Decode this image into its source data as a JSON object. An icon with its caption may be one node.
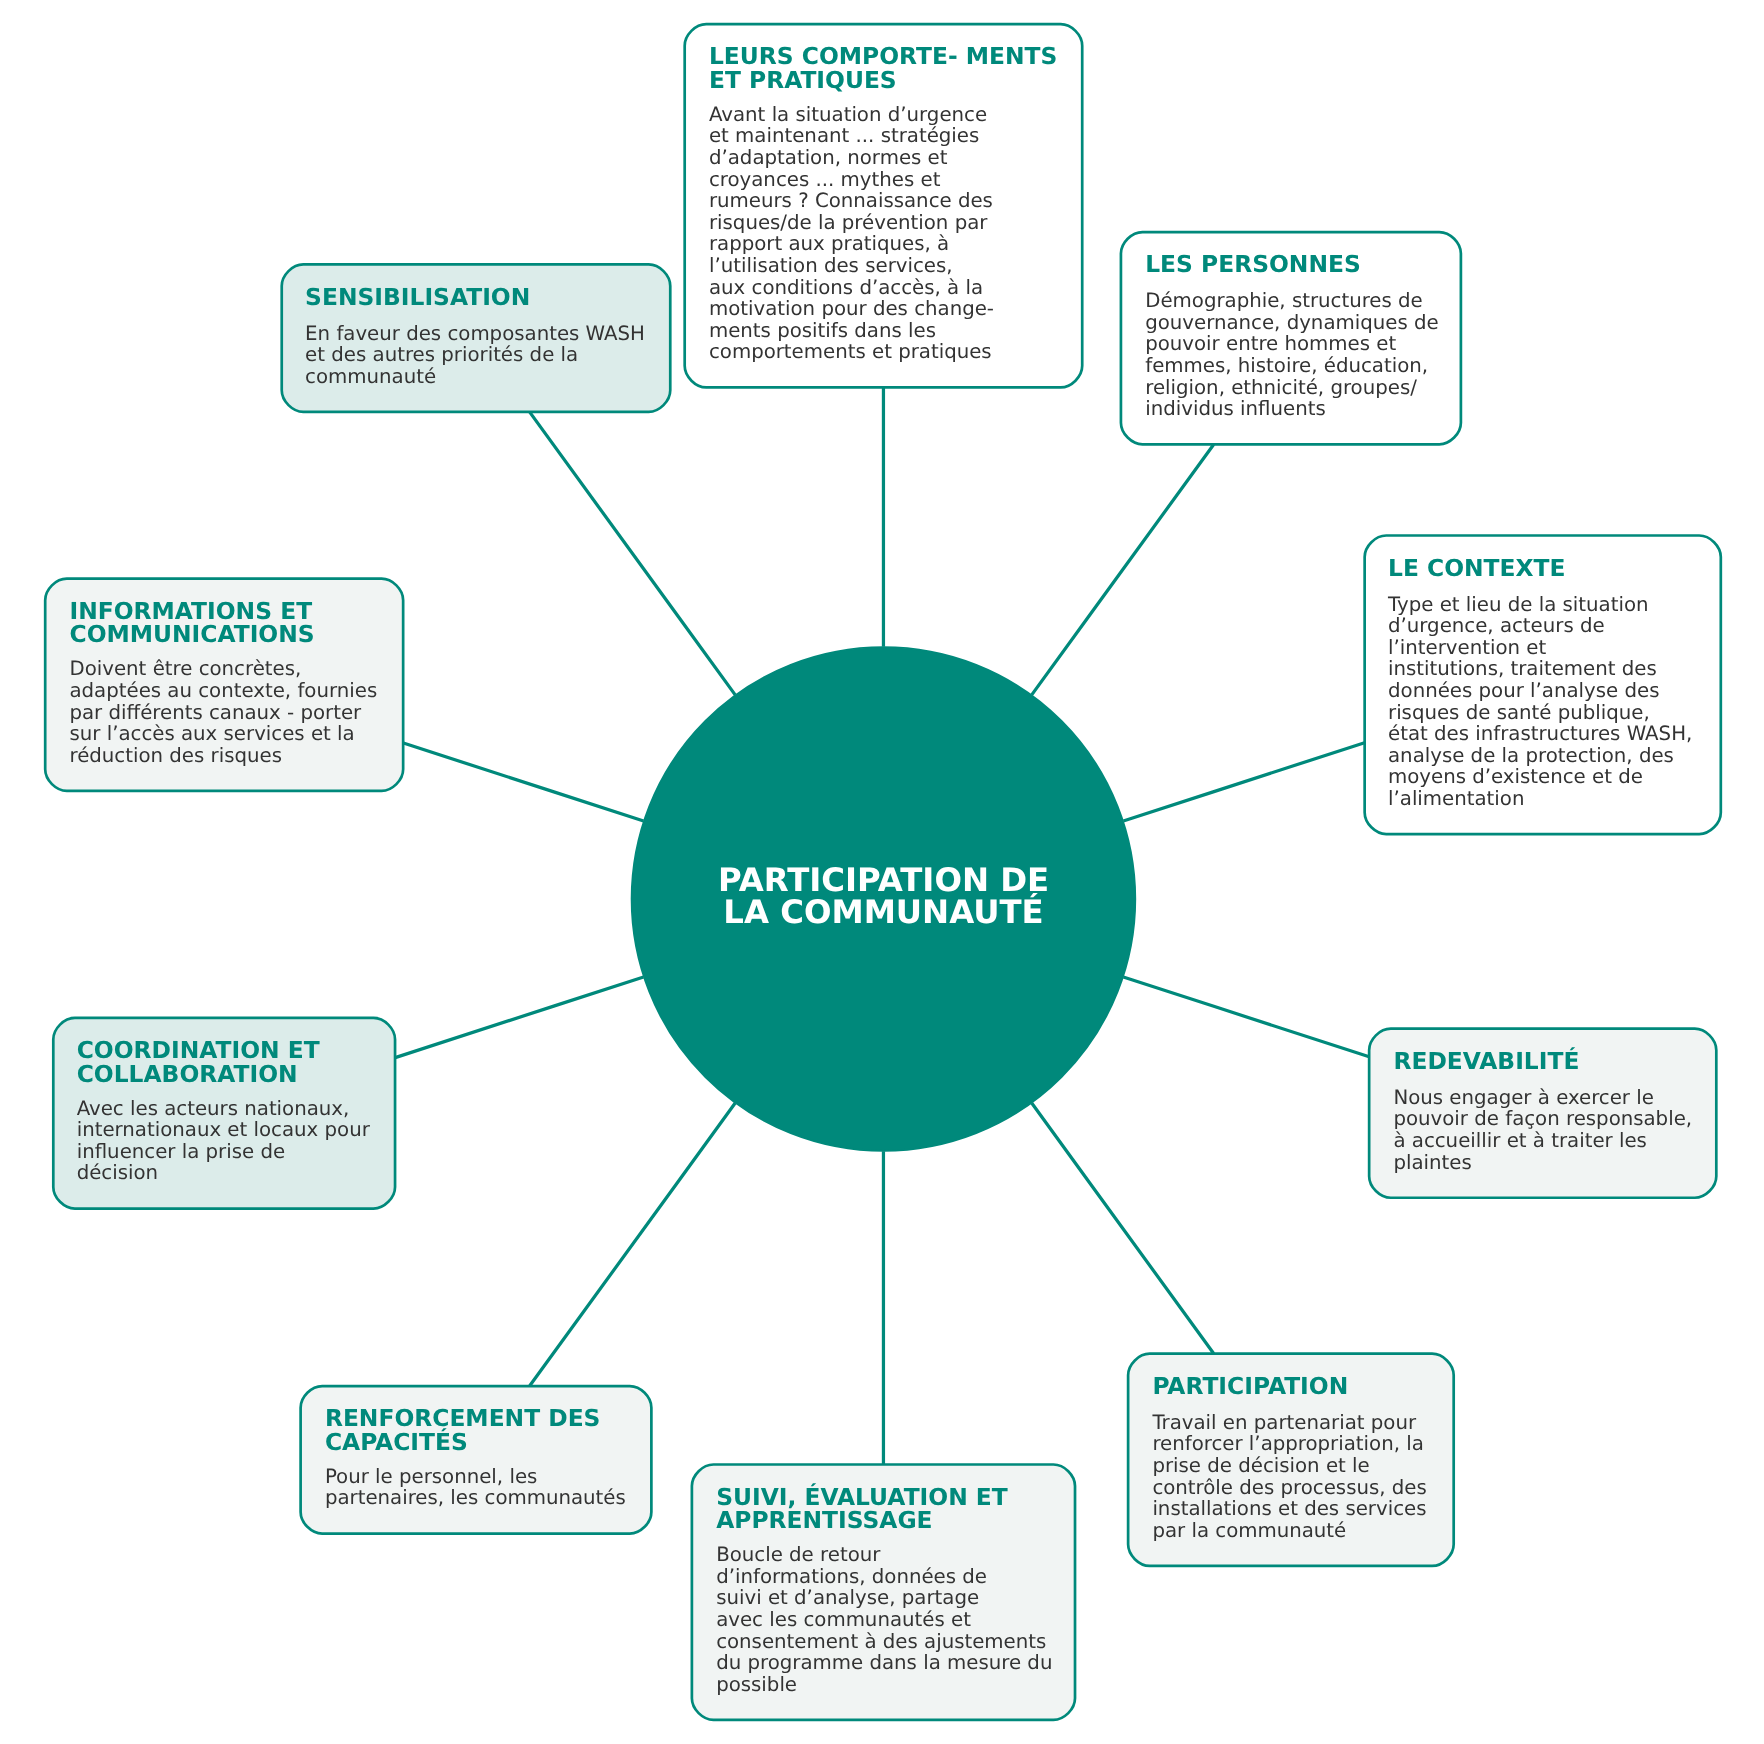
{
  "diagram": {
    "nodes": [
      {
        "text": [
          "PARTICIPATION DE LA COMMUNAUTÉ"
        ]
      },
      {
        "text": [
          "LE CONTEXTE",
          "Type et lieu de la situation d’urgence, acteurs de l’intervention et institutions, traitement des données pour l’analyse des risques de santé publique, état des infrastructures WASH, analyse de la protection, des moyens d’existence et de l’alimentation"
        ]
      },
      {
        "text": [
          "LES PERSONNES",
          "Démographie, structures de gouvernance, dynamiques de pouvoir entre hommes et femmes, histoire, éducation, religion, ethnicité, groupes/ individus influents"
        ]
      },
      {
        "text": [
          "LEURS COMPORTE- MENTS ET PRATIQUES",
          "Avant la situation d’urgence et maintenant ... stratégies d’adaptation, normes et croyances ... mythes et rumeurs ? Connaissance des risques/de la prévention par rapport aux pratiques, à l’utilisation des services, aux conditions d’accès, à la motivation pour des change- ments positifs dans les comportements et pratiques"
        ]
      },
      {
        "text": [
          "SENSIBILISATION",
          "En faveur des composantes WASH et des autres priorités de la communauté"
        ]
      },
      {
        "text": [
          "INFORMATIONS ET COMMUNICATIONS",
          "Doivent être concrètes, adaptées au contexte, fournies par différents canaux - porter sur l’accès aux services et la réduction des risques"
        ]
      },
      {
        "text": [
          "COORDINATION ET COLLABORATION",
          "Avec les acteurs nationaux, internationaux et locaux pour influencer la prise de décision"
        ]
      },
      {
        "text": [
          "RENFORCEMENT DES CAPACITÉS",
          "Pour le personnel, les partenaires, les communautés"
        ]
      },
      {
        "text": [
          "SUIVI, ÉVALUATION ET APPRENTISSAGE",
          "Boucle de retour d’informations, données de suivi et d’analyse, partage avec les communautés et consentement à des ajustements du programme dans la mesure du possible"
        ]
      },
      {
        "text": [
          "PARTICIPATION",
          "Travail en partenariat pour renforcer l’appropriation, la prise de décision et le contrôle des processus, des installations et des services par la communauté"
        ]
      },
      {
        "text": [
          "REDEVABILITÉ",
          "Nous engager à exercer le pouvoir de façon responsable, à accueillir et à traiter les plaintes"
        ]
      }
    ],
    "edges": [
      {
        "from": 0,
        "to": 1,
        "arrow": "none"
      },
      {
        "from": 0,
        "to": 2,
        "arrow": "none"
      },
      {
        "from": 0,
        "to": 3,
        "arrow": "none"
      },
      {
        "from": 0,
        "to": 4,
        "arrow": "none"
      },
      {
        "from": 0,
        "to": 5,
        "arrow": "none"
      },
      {
        "from": 0,
        "to": 6,
        "arrow": "none"
      },
      {
        "from": 0,
        "to": 7,
        "arrow": "none"
      },
      {
        "from": 0,
        "to": 8,
        "arrow": "none"
      },
      {
        "from": 0,
        "to": 9,
        "arrow": "none"
      },
      {
        "from": 0,
        "to": 10,
        "arrow": "none"
      }
    ]
  }
}
